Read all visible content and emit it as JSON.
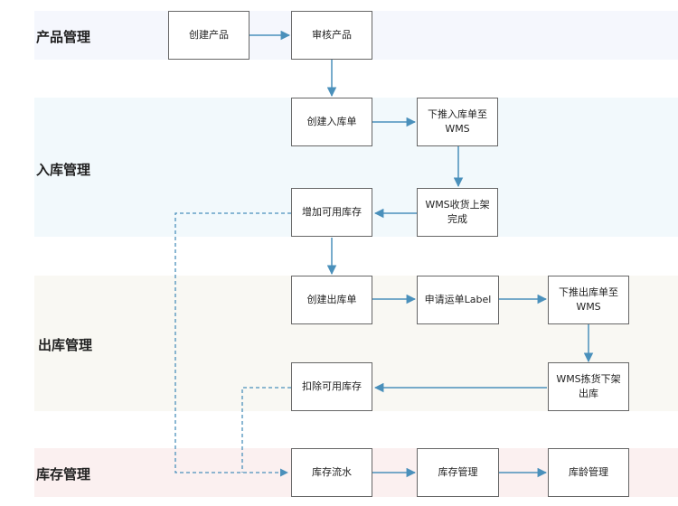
{
  "colors": {
    "band_product": "#f5f7fd",
    "band_inbound": "#f2f9fc",
    "band_outbound": "#f9f8f3",
    "band_inventory": "#fbf0f0",
    "arrow": "#4a90bb"
  },
  "lanes": {
    "product": "产品管理",
    "inbound": "入库管理",
    "outbound": "出库管理",
    "inventory": "库存管理"
  },
  "nodes": {
    "create_product": "创建产品",
    "review_product": "审核产品",
    "create_inbound": "创建入库单",
    "push_inbound": "下推入库单至\nWMS",
    "wms_receive": "WMS收货上架\n完成",
    "add_stock": "增加可用库存",
    "create_outbound": "创建出库单",
    "apply_label": "申请运单Label",
    "push_outbound": "下推出库单至\nWMS",
    "wms_pick": "WMS拣货下架\n出库",
    "deduct_stock": "扣除可用库存",
    "stock_flow": "库存流水",
    "stock_manage": "库存管理",
    "stock_age": "库龄管理"
  }
}
